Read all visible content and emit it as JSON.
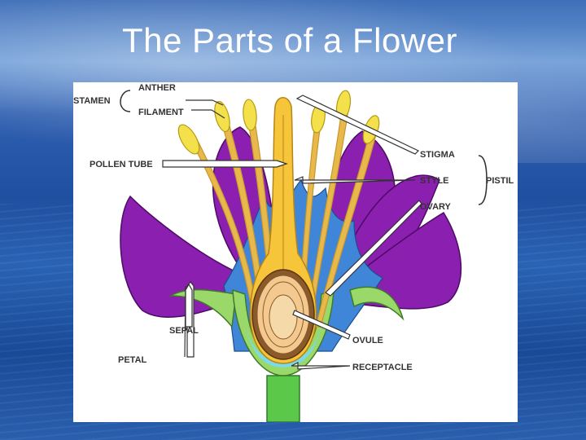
{
  "slide": {
    "title": "The Parts of a Flower"
  },
  "diagram": {
    "labels": {
      "stamen": "STAMEN",
      "anther": "ANTHER",
      "filament": "FILAMENT",
      "pollen_tube": "POLLEN TUBE",
      "stigma": "STIGMA",
      "style": "STYLE",
      "pistil": "PISTIL",
      "ovary": "OVARY",
      "sepal": "SEPAL",
      "petal": "PETAL",
      "ovule": "OVULE",
      "receptacle": "RECEPTACLE"
    },
    "colors": {
      "petal": "#8a1fb0",
      "anther": "#f3e04a",
      "filament": "#e6b94a",
      "style": "#f6c53a",
      "sepal": "#9ad86a",
      "receptacle": "#7cd9e6",
      "ovary_inner": "#f3c98f",
      "stem": "#5cc84a",
      "blue_tissue": "#3f86d9"
    }
  }
}
